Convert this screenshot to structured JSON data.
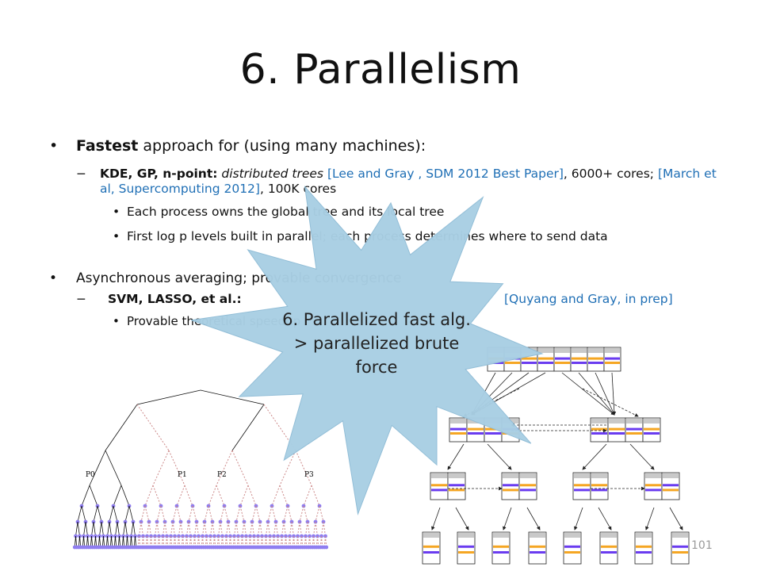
{
  "slide": {
    "title": "6. Parallelism",
    "bullets": {
      "b1": {
        "bold": "Fastest",
        "rest": " approach for (using many machines):"
      },
      "b1a": {
        "bold": "KDE, GP, n-point:",
        "italic": " distributed trees ",
        "cite1": "[Lee and Gray , SDM 2012 Best Paper]",
        "mid": ", 6000+ cores; ",
        "cite2": "[March et al, Supercomputing 2012]",
        "tail": ", 100K cores"
      },
      "b1a_i": "Each process owns the global tree and its local tree",
      "b1a_ii": "First log p levels built in parallel; each process determines where to send data",
      "b2": "Asynchronous averaging; provable convergence",
      "b2a": {
        "bold": "SVM, LASSO, et al.:",
        "cite": "[Quyang and Gray, in prep]"
      },
      "b2a_i": "Provable theoretical speedup"
    },
    "callout": {
      "text": "6. Parallelized fast alg. > parallelized brute force"
    },
    "tree_labels": {
      "p0": "P0",
      "p1": "P1",
      "p2": "P2",
      "p3": "P3"
    },
    "page_number": "101"
  },
  "colors": {
    "citation": "#1f6fb5",
    "callout_fill": "#a9cfe4",
    "node_purple": "#8f7df0",
    "node_orange": "#f5a623",
    "node_blue_bar": "#6a3cf0",
    "tree_dark": "#5a1e2a"
  }
}
